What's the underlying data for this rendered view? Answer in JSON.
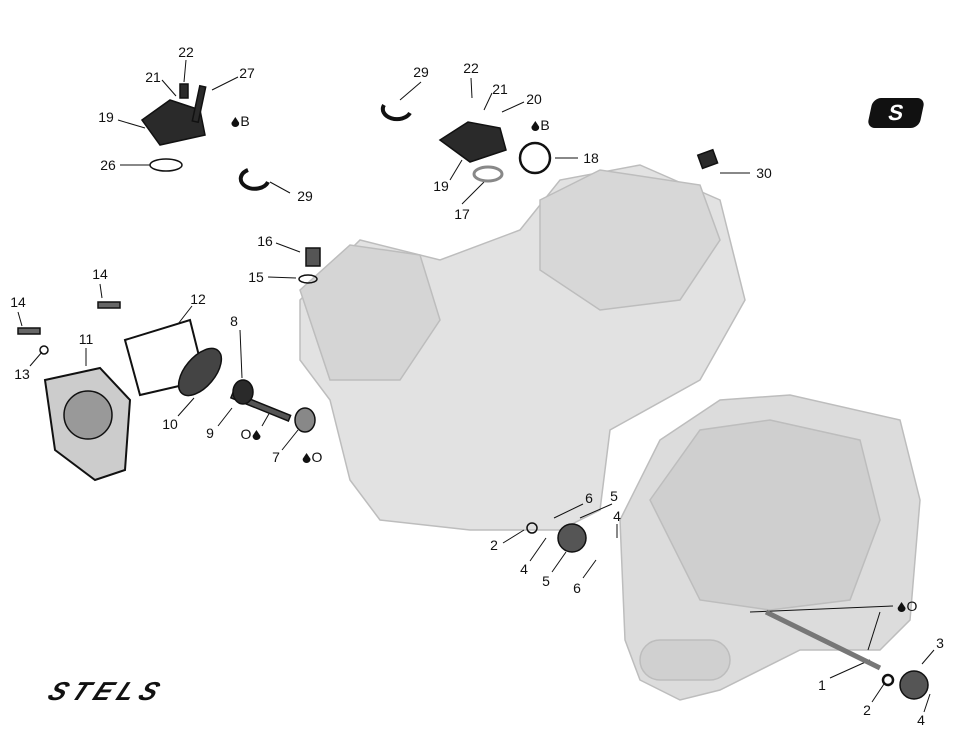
{
  "labels": [
    "22",
    "21",
    "27",
    "19",
    "26",
    "29",
    "29",
    "22",
    "21",
    "20",
    "18",
    "19",
    "17",
    "30",
    "16",
    "15",
    "14",
    "14",
    "12",
    "13",
    "11",
    "8",
    "10",
    "9",
    "7",
    "6",
    "5",
    "4",
    "2",
    "4",
    "5",
    "6",
    "3",
    "1",
    "2",
    "4"
  ],
  "lube": {
    "b": "B",
    "o": "O"
  },
  "brand": {
    "logo": "STELS",
    "badge": "S"
  },
  "colors": {
    "engine": "#d9d9d9",
    "parts": "#222222",
    "lines": "#111111"
  }
}
